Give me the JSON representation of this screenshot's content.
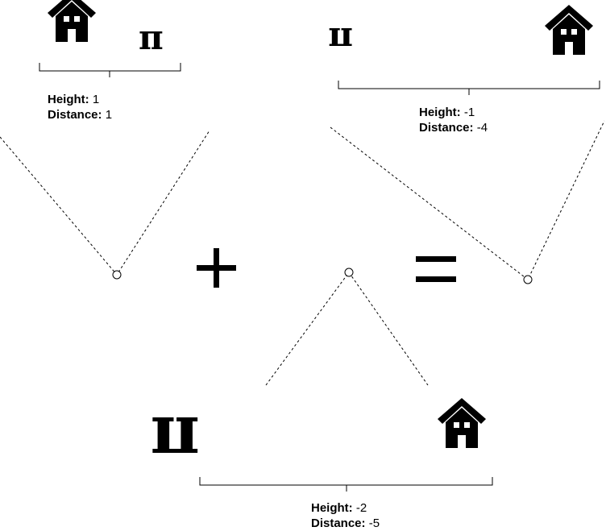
{
  "groups": [
    {
      "name": "top-left",
      "left_symbol": "house-icon",
      "right_symbol": "π",
      "height_label": "Height:",
      "height_value": "1",
      "distance_label": "Distance:",
      "distance_value": "1"
    },
    {
      "name": "top-right",
      "left_symbol": "π",
      "right_symbol": "house-icon",
      "height_label": "Height:",
      "height_value": "-1",
      "distance_label": "Distance:",
      "distance_value": "-4"
    },
    {
      "name": "bottom",
      "left_symbol": "π",
      "right_symbol": "house-icon",
      "height_label": "Height:",
      "height_value": "-2",
      "distance_label": "Distance:",
      "distance_value": "-5"
    }
  ],
  "operators": {
    "plus": "+",
    "equals": "="
  }
}
